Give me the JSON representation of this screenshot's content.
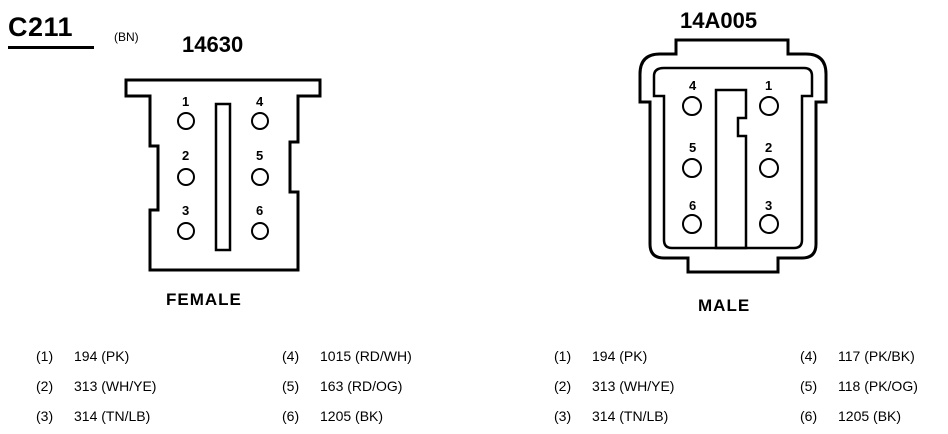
{
  "connector": {
    "id": "C211",
    "color": "(BN)"
  },
  "female": {
    "part_number": "14630",
    "label": "FEMALE",
    "pins": [
      {
        "num": "1",
        "wire": "194 (PK)"
      },
      {
        "num": "2",
        "wire": "313 (WH/YE)"
      },
      {
        "num": "3",
        "wire": "314 (TN/LB)"
      },
      {
        "num": "4",
        "wire": "1015 (RD/WH)"
      },
      {
        "num": "5",
        "wire": "163 (RD/OG)"
      },
      {
        "num": "6",
        "wire": "1205 (BK)"
      }
    ]
  },
  "male": {
    "part_number": "14A005",
    "label": "MALE",
    "pins": [
      {
        "num": "1",
        "wire": "194 (PK)"
      },
      {
        "num": "2",
        "wire": "313 (WH/YE)"
      },
      {
        "num": "3",
        "wire": "314 (TN/LB)"
      },
      {
        "num": "4",
        "wire": "117 (PK/BK)"
      },
      {
        "num": "5",
        "wire": "118 (PK/OG)"
      },
      {
        "num": "6",
        "wire": "1205 (BK)"
      }
    ]
  },
  "wire_table": {
    "female_left": [
      {
        "pin": "(1)",
        "wire": "194 (PK)"
      },
      {
        "pin": "(2)",
        "wire": "313 (WH/YE)"
      },
      {
        "pin": "(3)",
        "wire": "314 (TN/LB)"
      }
    ],
    "female_right": [
      {
        "pin": "(4)",
        "wire": "1015 (RD/WH)"
      },
      {
        "pin": "(5)",
        "wire": "163 (RD/OG)"
      },
      {
        "pin": "(6)",
        "wire": "1205 (BK)"
      }
    ],
    "male_left": [
      {
        "pin": "(1)",
        "wire": "194 (PK)"
      },
      {
        "pin": "(2)",
        "wire": "313 (WH/YE)"
      },
      {
        "pin": "(3)",
        "wire": "314 (TN/LB)"
      }
    ],
    "male_right": [
      {
        "pin": "(4)",
        "wire": "117 (PK/BK)"
      },
      {
        "pin": "(5)",
        "wire": "118 (PK/OG)"
      },
      {
        "pin": "(6)",
        "wire": "1205 (BK)"
      }
    ]
  }
}
